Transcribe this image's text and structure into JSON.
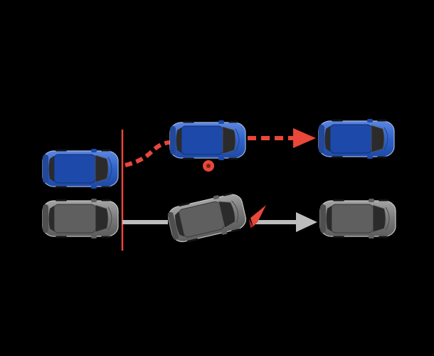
{
  "diagram": {
    "description_colors": {
      "background": "#000000",
      "blue_car_body": "#2f62c9",
      "blue_car_roof": "#1c47a6",
      "gray_car_body": "#7a7a7a",
      "gray_car_roof": "#595959",
      "red_accent": "#e8473a",
      "gray_arrow": "#bdbdbd"
    },
    "scenarios": [
      {
        "id": "top-row",
        "cars": [
          {
            "name": "blue-car-start",
            "color": "blue"
          },
          {
            "name": "blue-car-middle",
            "color": "blue"
          },
          {
            "name": "blue-car-end",
            "color": "blue"
          }
        ],
        "path": {
          "name": "red-dashed-path",
          "style": "dashed",
          "color": "red"
        },
        "marker": {
          "name": "red-circle-marker-icon"
        }
      },
      {
        "id": "bottom-row",
        "cars": [
          {
            "name": "gray-car-start",
            "color": "gray"
          },
          {
            "name": "gray-car-middle",
            "color": "gray"
          },
          {
            "name": "gray-car-end",
            "color": "gray"
          }
        ],
        "path": {
          "name": "gray-solid-path",
          "style": "solid",
          "color": "gray"
        },
        "marker": {
          "name": "red-wedge-marker-icon"
        }
      }
    ],
    "divider": {
      "name": "red-vertical-divider",
      "color": "red"
    }
  }
}
